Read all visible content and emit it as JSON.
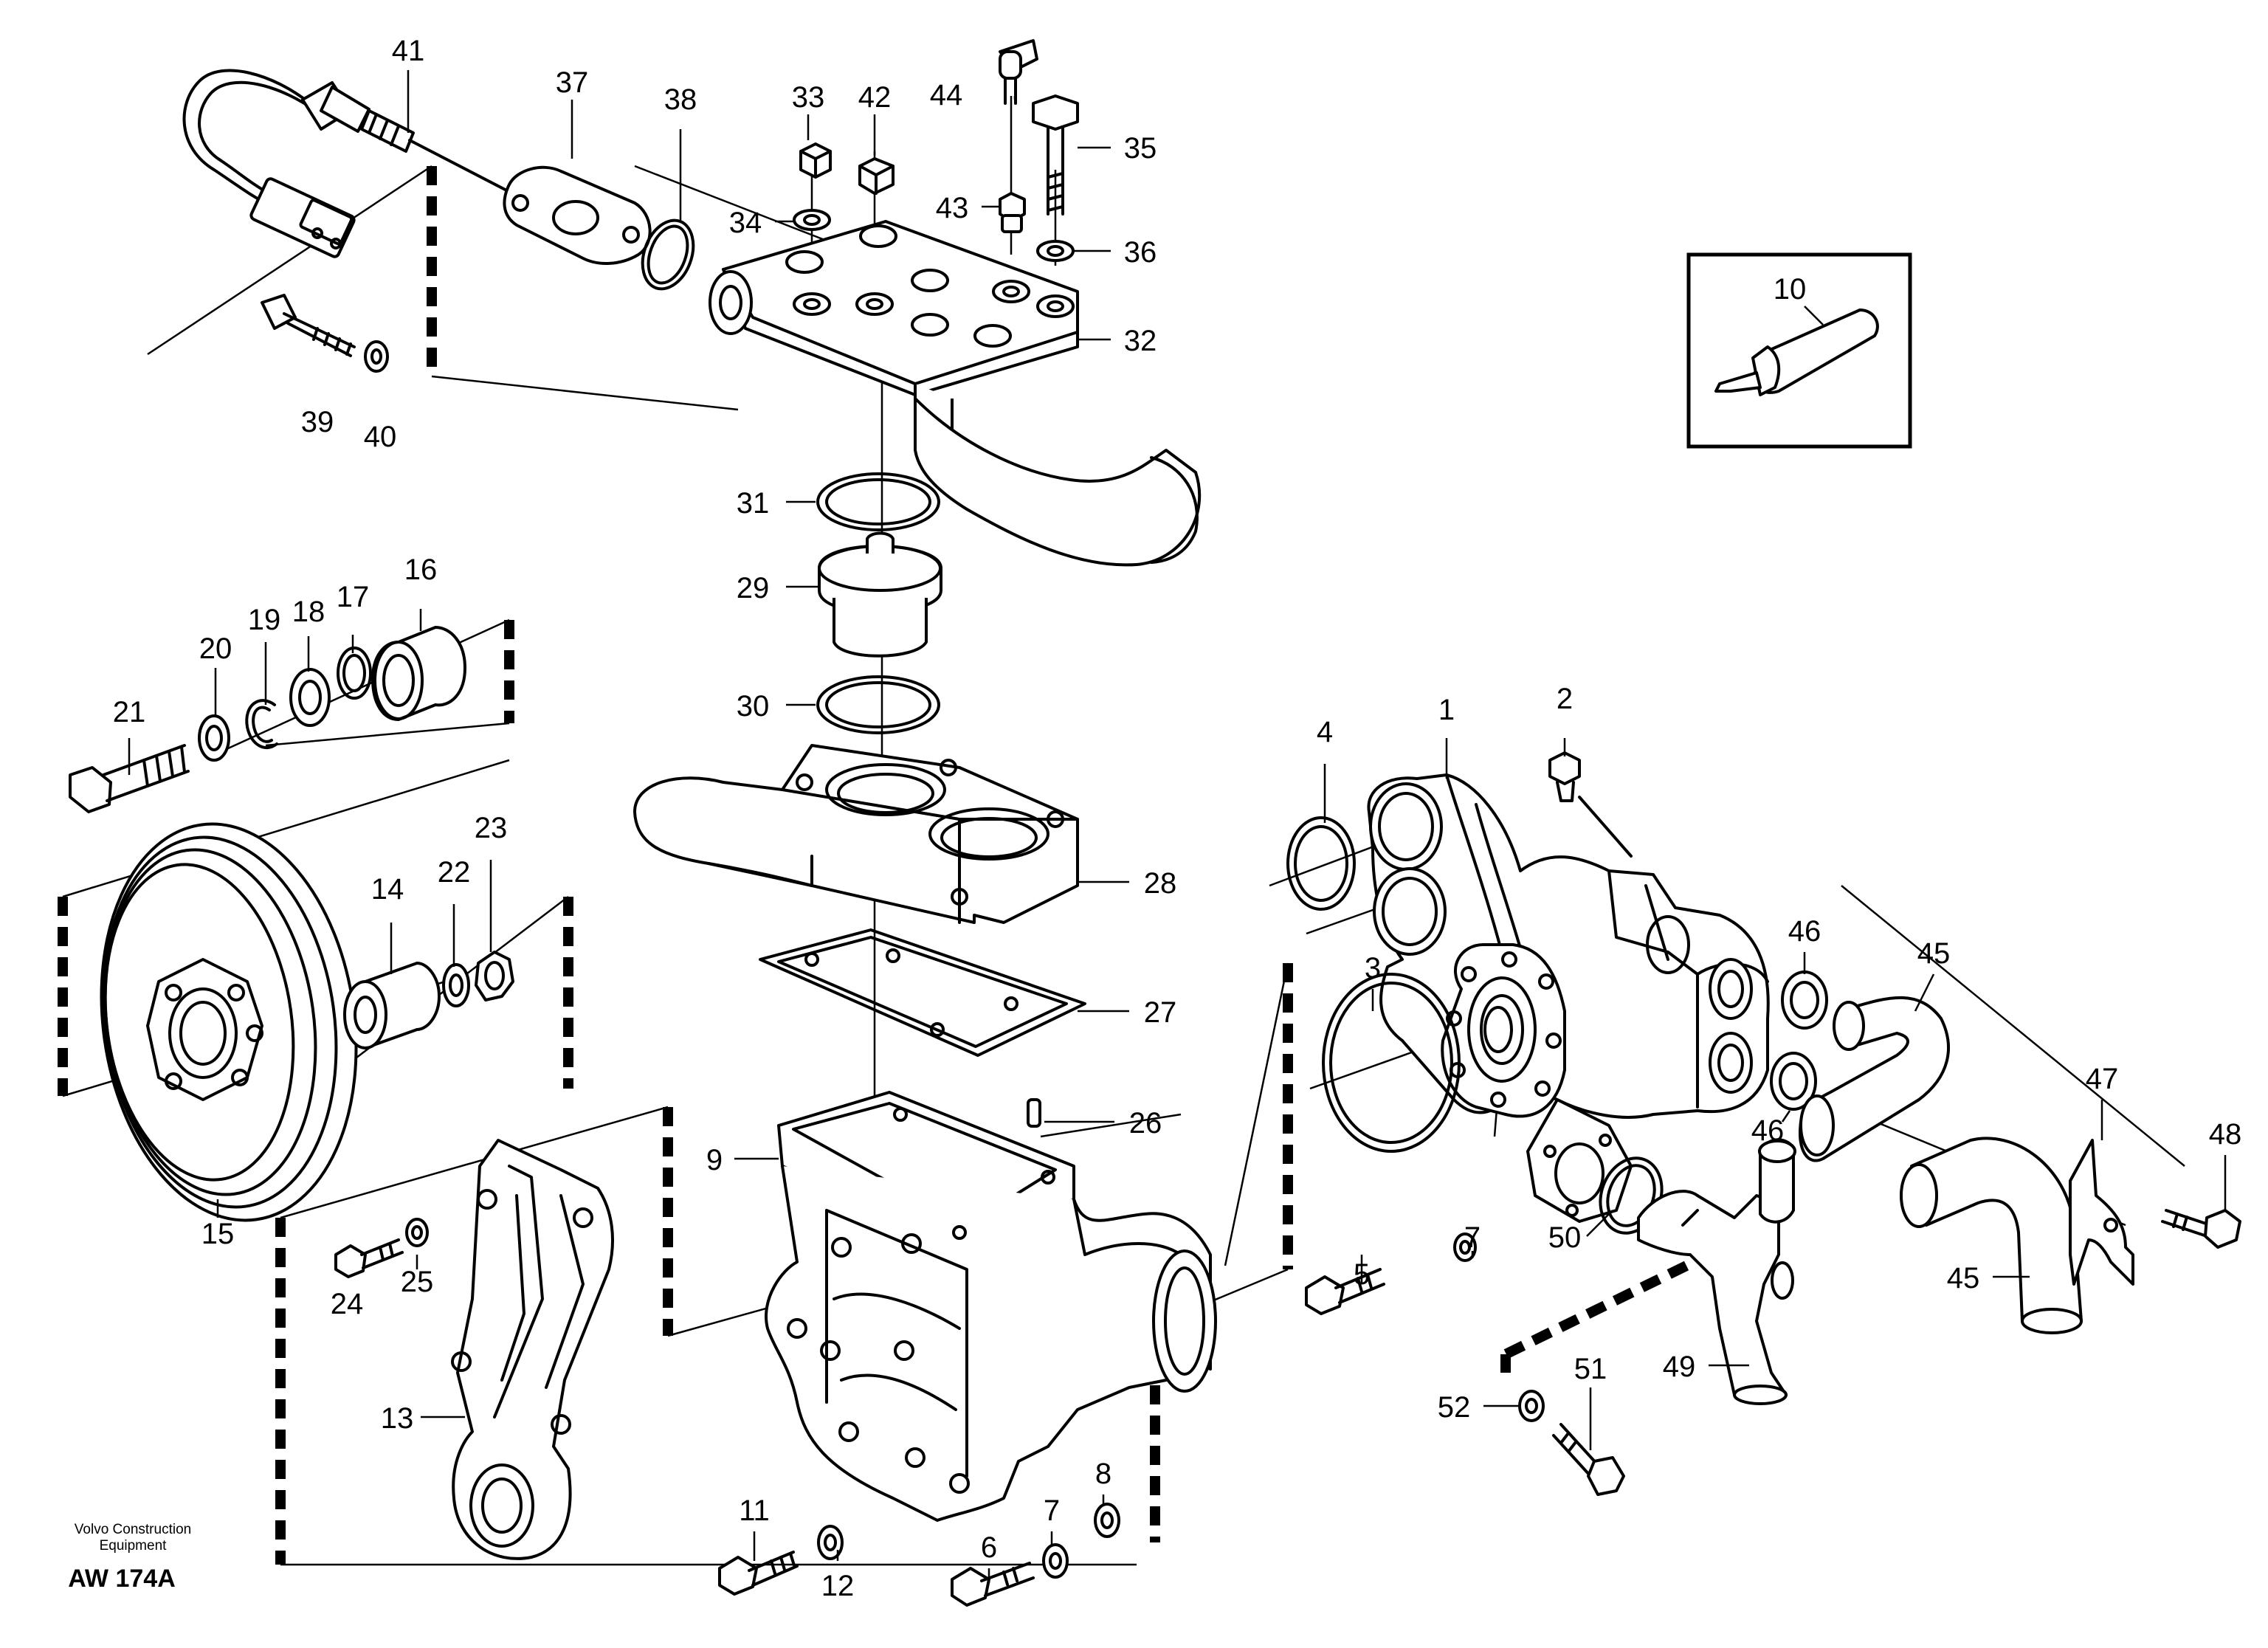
{
  "labels": {
    "l1": "1",
    "l2": "2",
    "l3": "3",
    "l4": "4",
    "l5": "5",
    "l6": "6",
    "l7a": "7",
    "l7b": "7",
    "l8": "8",
    "l9": "9",
    "l10": "10",
    "l11": "11",
    "l12": "12",
    "l13": "13",
    "l14": "14",
    "l15": "15",
    "l16": "16",
    "l17": "17",
    "l18": "18",
    "l19": "19",
    "l20": "20",
    "l21": "21",
    "l22": "22",
    "l23": "23",
    "l24": "24",
    "l25": "25",
    "l26": "26",
    "l27": "27",
    "l28": "28",
    "l29": "29",
    "l30": "30",
    "l31": "31",
    "l32": "32",
    "l33": "33",
    "l34": "34",
    "l35": "35",
    "l36": "36",
    "l37": "37",
    "l38": "38",
    "l39": "39",
    "l40": "40",
    "l41": "41",
    "l42": "42",
    "l43": "43",
    "l44": "44",
    "l45a": "45",
    "l45b": "45",
    "l46a": "46",
    "l46b": "46",
    "l47": "47",
    "l48": "48",
    "l49": "49",
    "l50": "50",
    "l51": "51",
    "l52": "52"
  },
  "caption": {
    "line1": "Volvo Construction",
    "line2": "Equipment",
    "code": "AW 174A"
  }
}
